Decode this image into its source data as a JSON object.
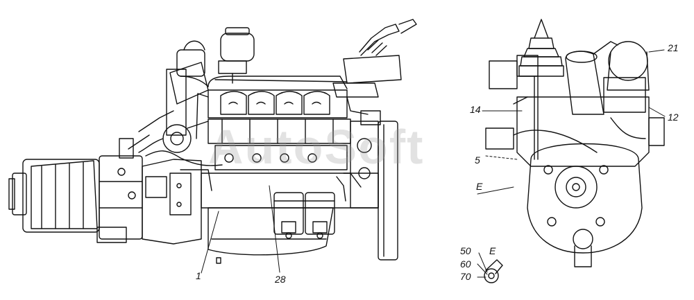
{
  "watermark": "AutoSoft",
  "callouts": {
    "c1": "1",
    "c28": "28",
    "c21": "21",
    "c14": "14",
    "c12": "12",
    "c5": "5",
    "cE": "E",
    "d50": "50",
    "d60": "60",
    "d70": "70",
    "dE": "E"
  }
}
